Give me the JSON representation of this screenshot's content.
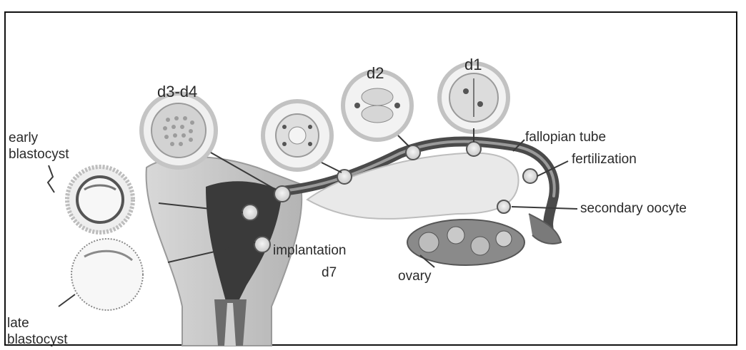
{
  "labels": {
    "d1": "d1",
    "d2": "d2",
    "d3_d4": "d3-d4",
    "early_blastocyst_1": "early",
    "early_blastocyst_2": "blastocyst",
    "fallopian_tube": "fallopian tube",
    "fertilization": "fertilization",
    "secondary_oocyte": "secondary oocyte",
    "implantation": "implantation",
    "d7": "d7",
    "ovary": "ovary",
    "late_blastocyst_1": "late",
    "late_blastocyst_2": "blastocyst"
  },
  "colors": {
    "ink": "#2a2a2a",
    "uterus_wall": "#c9c9c9",
    "cavity": "#3a3a3a",
    "tube": "#4a4a4a",
    "ovary": "#8a8a8a",
    "cell_fill": "#e6e6e6"
  }
}
